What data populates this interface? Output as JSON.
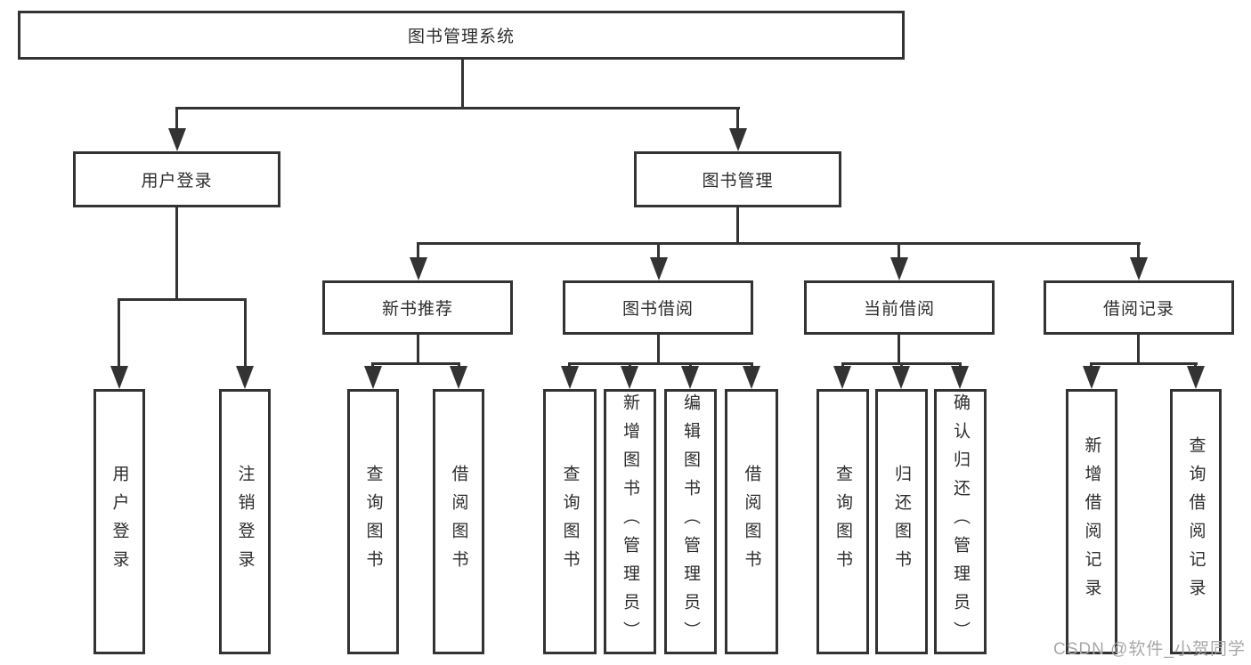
{
  "diagram": {
    "root": {
      "label": "图书管理系统"
    },
    "level2": [
      {
        "label": "用户登录"
      },
      {
        "label": "图书管理"
      }
    ],
    "level3": [
      {
        "label": "新书推荐"
      },
      {
        "label": "图书借阅"
      },
      {
        "label": "当前借阅"
      },
      {
        "label": "借阅记录"
      }
    ],
    "leaves": {
      "user_login": [
        "用户登录",
        "注销登录"
      ],
      "new_book_rec": [
        "查询图书",
        "借阅图书"
      ],
      "book_borrow": [
        "查询图书",
        "新增图书（管理员）",
        "编辑图书（管理员）",
        "借阅图书"
      ],
      "current_borrow": [
        "查询图书",
        "归还图书",
        "确认归还（管理员）"
      ],
      "borrow_record": [
        "新增借阅记录",
        "查询借阅记录"
      ]
    },
    "watermark": "CSDN @软件_小贺同学",
    "colors": {
      "line": "#333333",
      "text": "#2d2d2d",
      "background": "#ffffff",
      "watermark": "#a8a8a8"
    }
  }
}
